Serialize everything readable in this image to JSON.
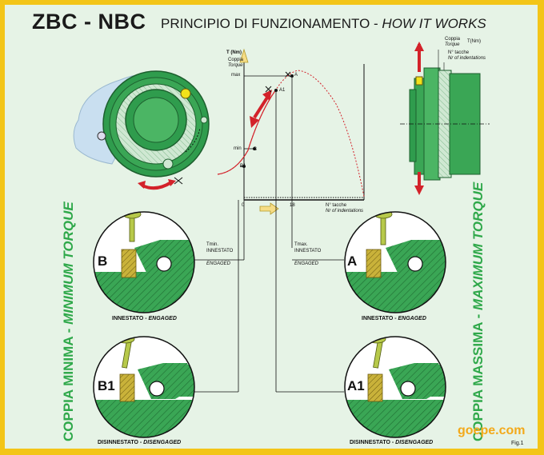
{
  "header": {
    "model": "ZBC - NBC",
    "principle_it": "PRINCIPIO DI FUNZIONAMENTO - ",
    "principle_en": "HOW IT WORKS"
  },
  "side_labels": {
    "left_it": "COPPIA MINIMA - ",
    "left_en": "MINIMUM TORQUE",
    "right_it": "COPPIA MASSIMA - ",
    "right_en": "MAXIMUM TORQUE"
  },
  "graph": {
    "y_axis": "T (Nm)",
    "y_sub_it": "Coppia",
    "y_sub_en": "Torque",
    "max": "max",
    "min": "min",
    "point_a": "A",
    "point_a1": "A1",
    "point_b": "B",
    "point_b1": "B1",
    "origin": "0",
    "x_value": "18",
    "x_axis_it": "N° tacche",
    "x_axis_en": "Nr of indentations"
  },
  "side_view": {
    "torque_it": "Coppia",
    "torque_en": "Torque",
    "torque_unit": "T(Nm)",
    "notches_it": "N° tacche",
    "notches_en": "Nr of indentations"
  },
  "callouts": {
    "tmin_1": "Tmin.",
    "tmin_2": "INNESTATO",
    "tmin_3": "ENGAGED",
    "tmax_1": "Tmax.",
    "tmax_2": "INNESTATO",
    "tmax_3": "ENGAGED"
  },
  "details": {
    "b": "B",
    "a": "A",
    "b1": "B1",
    "a1": "A1",
    "engaged_it": "INNESTATO - ",
    "engaged_en": "ENGAGED",
    "disengaged_it": "DISINNESTATO - ",
    "disengaged_en": "DISENGAGED"
  },
  "footer": {
    "fig": "Fig.1",
    "watermark": "goepe.com"
  },
  "colors": {
    "frame": "#f3c518",
    "panel": "#e6f3e6",
    "part_green": "#3aa655",
    "dark_green": "#1f7a38",
    "red": "#d3222a",
    "label_green": "#2fa84a"
  }
}
